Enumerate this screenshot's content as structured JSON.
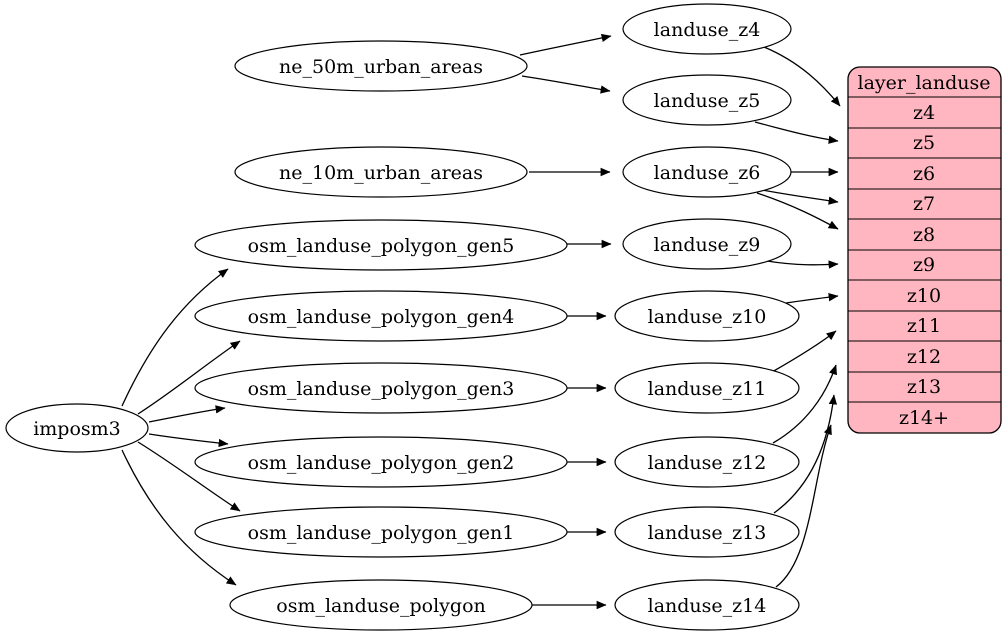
{
  "diagram": {
    "type": "dependency-graph",
    "colors": {
      "table_fill": "#ffb6c1",
      "node_fill": "#ffffff",
      "stroke": "#000000"
    },
    "nodes": {
      "imposm3": "imposm3",
      "ne_50m_urban_areas": "ne_50m_urban_areas",
      "ne_10m_urban_areas": "ne_10m_urban_areas",
      "osm_landuse_polygon_gen5": "osm_landuse_polygon_gen5",
      "osm_landuse_polygon_gen4": "osm_landuse_polygon_gen4",
      "osm_landuse_polygon_gen3": "osm_landuse_polygon_gen3",
      "osm_landuse_polygon_gen2": "osm_landuse_polygon_gen2",
      "osm_landuse_polygon_gen1": "osm_landuse_polygon_gen1",
      "osm_landuse_polygon": "osm_landuse_polygon",
      "landuse_z4": "landuse_z4",
      "landuse_z5": "landuse_z5",
      "landuse_z6": "landuse_z6",
      "landuse_z9": "landuse_z9",
      "landuse_z10": "landuse_z10",
      "landuse_z11": "landuse_z11",
      "landuse_z12": "landuse_z12",
      "landuse_z13": "landuse_z13",
      "landuse_z14": "landuse_z14"
    },
    "table": {
      "title": "layer_landuse",
      "rows": [
        "z4",
        "z5",
        "z6",
        "z7",
        "z8",
        "z9",
        "z10",
        "z11",
        "z12",
        "z13",
        "z14+"
      ]
    },
    "edges": [
      {
        "from": "imposm3",
        "to": "osm_landuse_polygon_gen5"
      },
      {
        "from": "imposm3",
        "to": "osm_landuse_polygon_gen4"
      },
      {
        "from": "imposm3",
        "to": "osm_landuse_polygon_gen3"
      },
      {
        "from": "imposm3",
        "to": "osm_landuse_polygon_gen2"
      },
      {
        "from": "imposm3",
        "to": "osm_landuse_polygon_gen1"
      },
      {
        "from": "imposm3",
        "to": "osm_landuse_polygon"
      },
      {
        "from": "ne_50m_urban_areas",
        "to": "landuse_z4"
      },
      {
        "from": "ne_50m_urban_areas",
        "to": "landuse_z5"
      },
      {
        "from": "ne_10m_urban_areas",
        "to": "landuse_z6"
      },
      {
        "from": "osm_landuse_polygon_gen5",
        "to": "landuse_z9"
      },
      {
        "from": "osm_landuse_polygon_gen4",
        "to": "landuse_z10"
      },
      {
        "from": "osm_landuse_polygon_gen3",
        "to": "landuse_z11"
      },
      {
        "from": "osm_landuse_polygon_gen2",
        "to": "landuse_z12"
      },
      {
        "from": "osm_landuse_polygon_gen1",
        "to": "landuse_z13"
      },
      {
        "from": "osm_landuse_polygon",
        "to": "landuse_z14"
      },
      {
        "from": "landuse_z4",
        "to": "layer_landuse",
        "to_port": "z4"
      },
      {
        "from": "landuse_z5",
        "to": "layer_landuse",
        "to_port": "z5"
      },
      {
        "from": "landuse_z6",
        "to": "layer_landuse",
        "to_port": "z6"
      },
      {
        "from": "landuse_z6",
        "to": "layer_landuse",
        "to_port": "z7"
      },
      {
        "from": "landuse_z6",
        "to": "layer_landuse",
        "to_port": "z8"
      },
      {
        "from": "landuse_z9",
        "to": "layer_landuse",
        "to_port": "z9"
      },
      {
        "from": "landuse_z10",
        "to": "layer_landuse",
        "to_port": "z10"
      },
      {
        "from": "landuse_z11",
        "to": "layer_landuse",
        "to_port": "z11"
      },
      {
        "from": "landuse_z12",
        "to": "layer_landuse",
        "to_port": "z12"
      },
      {
        "from": "landuse_z13",
        "to": "layer_landuse",
        "to_port": "z13"
      },
      {
        "from": "landuse_z14",
        "to": "layer_landuse",
        "to_port": "z14+"
      }
    ]
  }
}
